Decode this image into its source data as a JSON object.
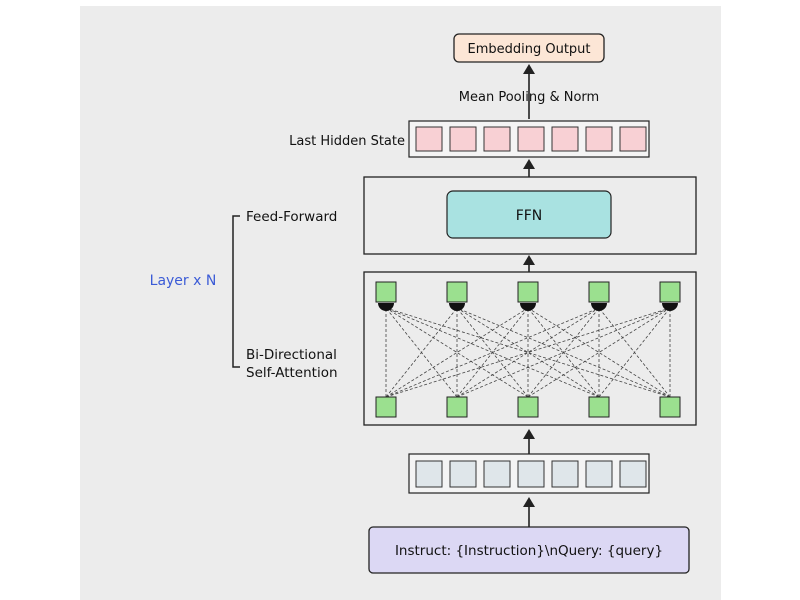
{
  "colors": {
    "canvas": "#ececec",
    "box_stroke": "#222222",
    "output_fill": "#fce6d6",
    "hidden_token_fill": "#f8d0d4",
    "ffn_fill": "#a9e2e1",
    "node_fill": "#9be08f",
    "input_token_fill": "#dfe6ea",
    "instruction_fill": "#dcd8f4",
    "layer_label": "#3b5bd6"
  },
  "labels": {
    "embedding_output": "Embedding Output",
    "pooling": "Mean Pooling & Norm",
    "last_hidden_state": "Last Hidden State",
    "feed_forward": "Feed-Forward",
    "ffn": "FFN",
    "layer_x_n": "Layer x N",
    "bi_directional": "Bi-Directional",
    "self_attention": "Self-Attention",
    "input_text": "Instruct: {Instruction}\\nQuery: {query}"
  },
  "structure": {
    "hidden_token_count": 7,
    "input_token_count": 7,
    "attention_nodes_per_row": 5
  },
  "icons": [
    "arrow-up-icon",
    "attention-head-icon"
  ]
}
